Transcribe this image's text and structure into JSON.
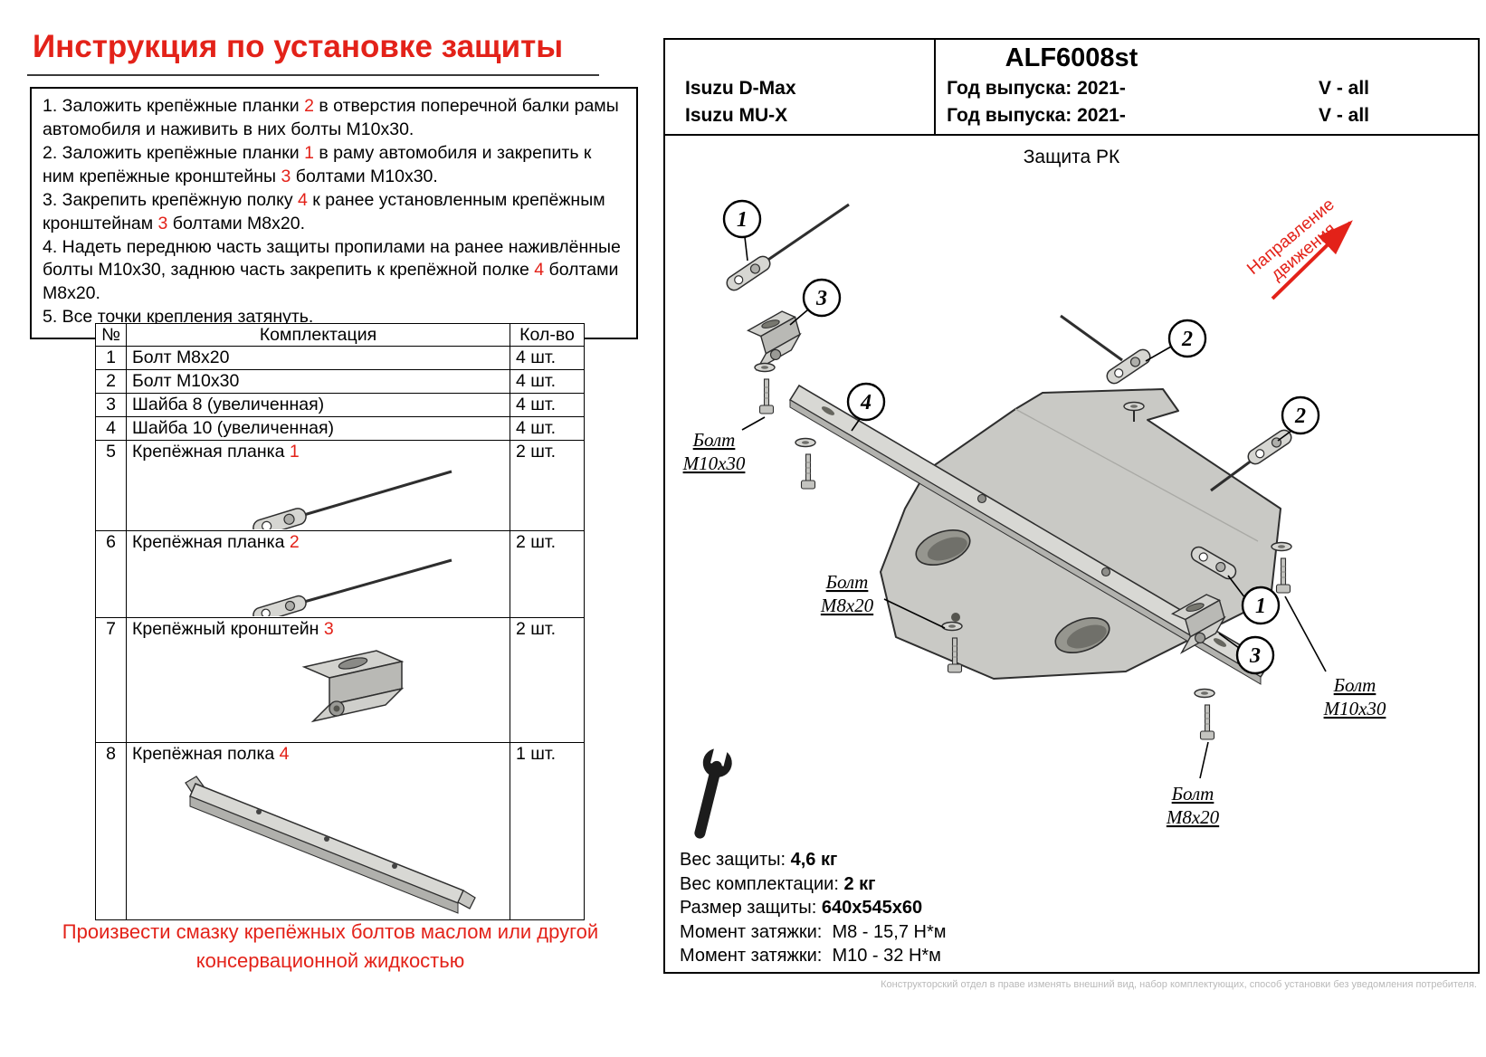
{
  "doc": {
    "title": "Инструкция по установке защиты",
    "steps": [
      {
        "s0": "1. Заложить крепёжные планки ",
        "r1": "2",
        "s1": " в отверстия поперечной балки рамы автомобиля и наживить в них болты М10х30.",
        "r2": "",
        "s2": ""
      },
      {
        "s0": "2. Заложить крепёжные планки ",
        "r1": "1",
        "s1": " в раму автомобиля и закрепить к ним крепёжные кронштейны ",
        "r2": "3",
        "s2": " болтами М10х30."
      },
      {
        "s0": "3. Закрепить крепёжную полку ",
        "r1": "4",
        "s1": " к ранее установленным крепёжным кронштейнам ",
        "r2": "3",
        "s2": " болтами М8х20."
      },
      {
        "s0": "4. Надеть переднюю часть защиты пропилами на ранее наживлённые болты М10х30, заднюю часть закрепить к крепёжной полке ",
        "r1": "4",
        "s1": " болтами М8х20.",
        "r2": "",
        "s2": ""
      },
      {
        "s0": "5. Все точки крепления затянуть.",
        "r1": "",
        "s1": "",
        "r2": "",
        "s2": ""
      }
    ],
    "lubrication_note": "Произвести смазку крепёжных болтов маслом или другой консервационной жидкостью"
  },
  "parts_table": {
    "headers": [
      "№",
      "Комплектация",
      "Кол-во"
    ],
    "rows": [
      {
        "num": "1",
        "name": "Болт М8х20",
        "ref": "",
        "qty": "4 шт."
      },
      {
        "num": "2",
        "name": "Болт М10х30",
        "ref": "",
        "qty": "4 шт."
      },
      {
        "num": "3",
        "name": "Шайба 8 (увеличенная)",
        "ref": "",
        "qty": "4 шт."
      },
      {
        "num": "4",
        "name": "Шайба 10 (увеличенная)",
        "ref": "",
        "qty": "4 шт."
      },
      {
        "num": "5",
        "name": "Крепёжная планка ",
        "ref": "1",
        "qty": "2 шт."
      },
      {
        "num": "6",
        "name": "Крепёжная планка ",
        "ref": "2",
        "qty": "2 шт."
      },
      {
        "num": "7",
        "name": "Крепёжный кронштейн ",
        "ref": "3",
        "qty": "2 шт."
      },
      {
        "num": "8",
        "name": "Крепёжная полка ",
        "ref": "4",
        "qty": "1 шт."
      }
    ]
  },
  "header": {
    "part_number": "ALF6008st",
    "vehicles": [
      {
        "model": "Isuzu D-Max",
        "year_label": "Год выпуска: 2021-",
        "engine": "V - all"
      },
      {
        "model": "Isuzu MU-X",
        "year_label": "Год выпуска: 2021-",
        "engine": "V - all"
      }
    ]
  },
  "diagram": {
    "product_title": "Защита РК",
    "direction_line1": "Направление",
    "direction_line2": "движения",
    "callouts": {
      "c1": "1",
      "c2": "2",
      "c3": "3",
      "c4": "4"
    },
    "labels": {
      "bolt_big_line1": "Болт",
      "bolt_big_line2": "М10х30",
      "bolt_small_line1": "Болт",
      "bolt_small_line2": "М8х20"
    }
  },
  "specs": {
    "rows": [
      {
        "label": "Вес защиты:",
        "value": "4,6 кг"
      },
      {
        "label": "Вес комплектации:",
        "value": "2 кг"
      },
      {
        "label": "Размер защиты:",
        "value": "640х545х60"
      },
      {
        "label": "Момент затяжки:",
        "value": "М8 - 15,7 Н*м"
      },
      {
        "label": "Момент затяжки:",
        "value": "М10 - 32 Н*м"
      }
    ]
  },
  "footer": {
    "note": "Конструкторский отдел в праве изменять внешний вид, набор комплектующих, способ установки без уведомления потребителя."
  }
}
